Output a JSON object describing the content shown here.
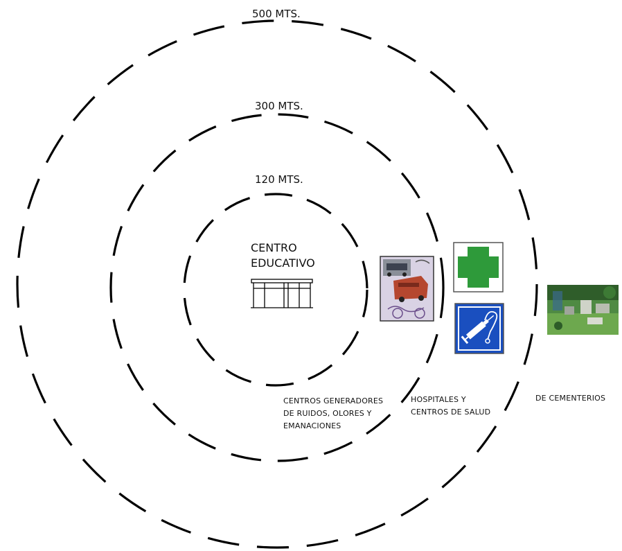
{
  "rings": [
    {
      "label": "500 MTS.",
      "radius_m": 500
    },
    {
      "label": "300 MTS.",
      "radius_m": 300
    },
    {
      "label": "120 MTS.",
      "radius_m": 120
    }
  ],
  "center": {
    "line1": "CENTRO",
    "line2": "EDUCATIVO",
    "icon": "school-building-icon"
  },
  "zones": [
    {
      "lines": [
        "CENTROS GENERADORES",
        "DE RUIDOS, OLORES Y",
        "EMANACIONES"
      ],
      "icon": "noise-odor-sources-icon"
    },
    {
      "lines": [
        "HOSPITALES Y",
        "CENTROS DE SALUD"
      ],
      "icons": [
        "green-cross-icon",
        "syringe-stethoscope-icon"
      ]
    },
    {
      "lines": [
        "DE CEMENTERIOS"
      ],
      "icon": "cemetery-photo-icon"
    }
  ],
  "colors": {
    "stroke": "#000000",
    "cross_green": "#2e9a3a",
    "medical_blue": "#1a4fbf"
  }
}
